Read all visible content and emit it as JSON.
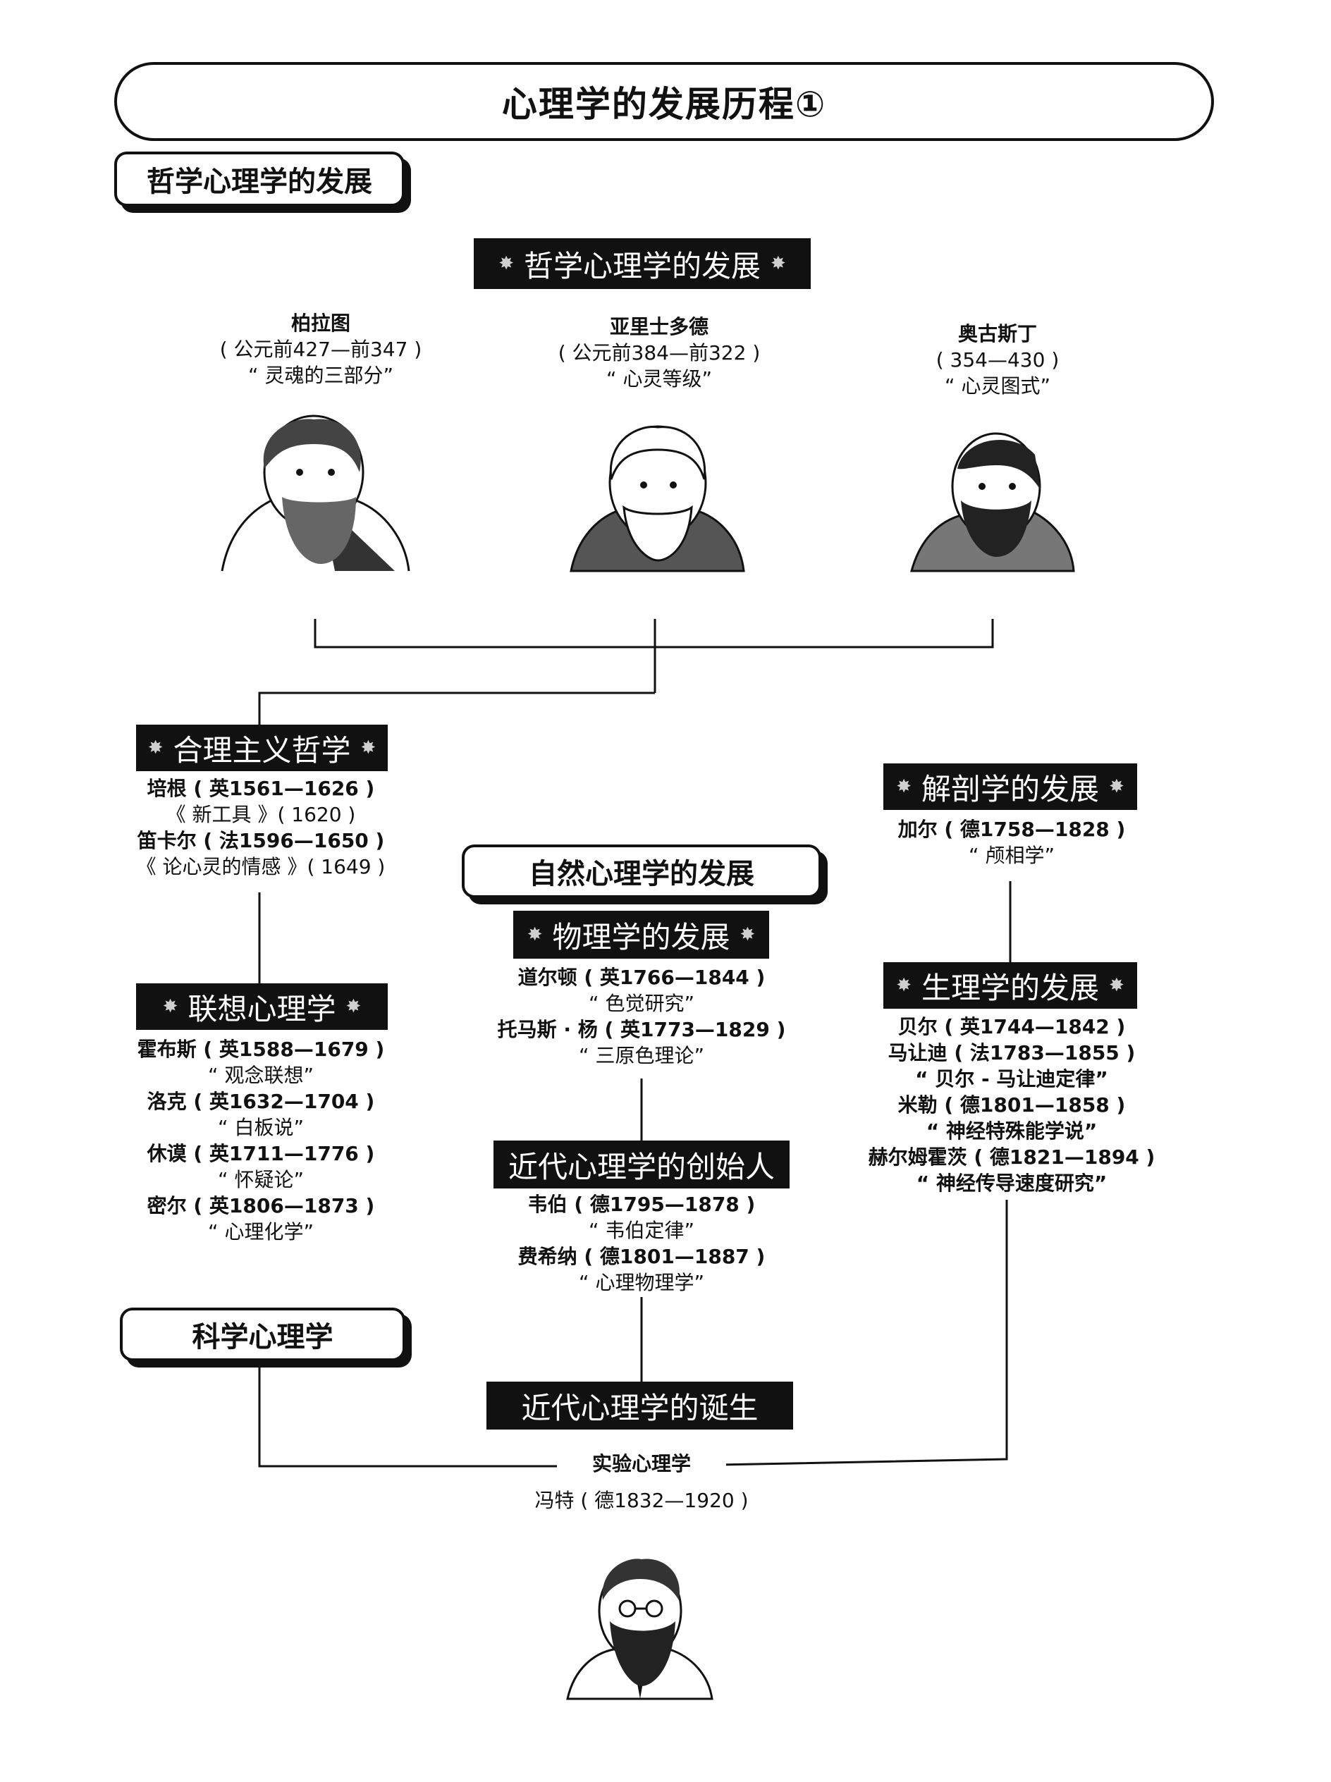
{
  "title": "心理学的发展历程①",
  "sections": {
    "philosophical": "哲学心理学的发展",
    "natural": "自然心理学的发展",
    "scientific": "科学心理学"
  },
  "headers": {
    "philosophical": "哲学心理学的发展",
    "rationalism": "合理主义哲学",
    "associationism": "联想心理学",
    "physics": "物理学的发展",
    "modern_founders": "近代心理学的创始人",
    "modern_birth": "近代心理学的诞生",
    "anatomy": "解剖学的发展",
    "physiology": "生理学的发展"
  },
  "philosophers": [
    {
      "name": "柏拉图",
      "dates": "( 公元前427—前347 )",
      "idea": "“ 灵魂的三部分”"
    },
    {
      "name": "亚里士多德",
      "dates": "( 公元前384—前322 )",
      "idea": "“ 心灵等级”"
    },
    {
      "name": "奥古斯丁",
      "dates": "( 354—430 )",
      "idea": "“ 心灵图式”"
    }
  ],
  "rationalism": [
    "培根 ( 英1561—1626 )",
    "《 新工具 》( 1620 )",
    "笛卡尔 ( 法1596—1650 )",
    "《 论心灵的情感 》( 1649 )"
  ],
  "associationism": [
    "霍布斯 ( 英1588—1679 )",
    "“ 观念联想”",
    "洛克 ( 英1632—1704 )",
    "“ 白板说”",
    "休谟 ( 英1711—1776 )",
    "“ 怀疑论”",
    "密尔 ( 英1806—1873 )",
    "“ 心理化学”"
  ],
  "physics": [
    "道尔顿 ( 英1766—1844 )",
    "“ 色觉研究”",
    "托马斯 · 杨 ( 英1773—1829 )",
    "“ 三原色理论”"
  ],
  "founders": [
    "韦伯 ( 德1795—1878 )",
    "“ 韦伯定律”",
    "费希纳 ( 德1801—1887 )",
    "“ 心理物理学”"
  ],
  "anatomy": [
    "加尔 ( 德1758—1828 )",
    "“ 颅相学”"
  ],
  "physiology": [
    "贝尔 ( 英1744—1842 )",
    "马让迪 ( 法1783—1855 )",
    "“ 贝尔 - 马让迪定律”",
    "米勒 ( 德1801—1858 )",
    "“ 神经特殊能学说”",
    "赫尔姆霍茨 ( 德1821—1894 )",
    "“ 神经传导速度研究”"
  ],
  "experimental": {
    "label": "实验心理学",
    "person": "冯特 ( 德1832—1920 )"
  },
  "colors": {
    "ink": "#111111",
    "paper": "#ffffff"
  },
  "icons": [
    "sparkle-icon"
  ]
}
